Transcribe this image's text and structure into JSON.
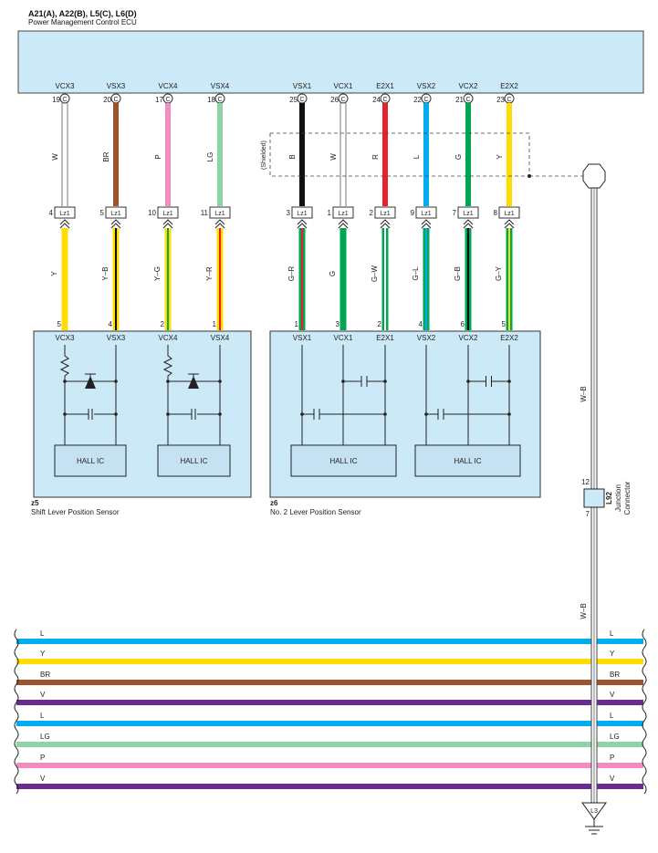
{
  "header": {
    "title": "A21(A), A22(B), L5(C), L6(D)",
    "subtitle": "Power Management Control ECU"
  },
  "ecu_pins": [
    {
      "name": "VCX3",
      "num": "19",
      "letter": "C"
    },
    {
      "name": "VSX3",
      "num": "20",
      "letter": "C"
    },
    {
      "name": "VCX4",
      "num": "17",
      "letter": "C"
    },
    {
      "name": "VSX4",
      "num": "18",
      "letter": "C"
    },
    {
      "name": "VSX1",
      "num": "25",
      "letter": "C"
    },
    {
      "name": "VCX1",
      "num": "26",
      "letter": "C"
    },
    {
      "name": "E2X1",
      "num": "24",
      "letter": "C"
    },
    {
      "name": "VSX2",
      "num": "22",
      "letter": "C"
    },
    {
      "name": "VCX2",
      "num": "21",
      "letter": "C"
    },
    {
      "name": "E2X2",
      "num": "23",
      "letter": "C"
    }
  ],
  "upper_wires": [
    {
      "label": "W",
      "color": "#ffffff"
    },
    {
      "label": "BR",
      "color": "#a0522d"
    },
    {
      "label": "P",
      "color": "#f08cc0"
    },
    {
      "label": "LG",
      "color": "#8fd3a8"
    },
    {
      "label": "B",
      "color": "#111111"
    },
    {
      "label": "W",
      "color": "#ffffff"
    },
    {
      "label": "R",
      "color": "#e8202a"
    },
    {
      "label": "L",
      "color": "#00aeef"
    },
    {
      "label": "G",
      "color": "#00a651"
    },
    {
      "label": "Y",
      "color": "#ffdd00"
    }
  ],
  "shielded_label": "(Shielded)",
  "connector_name": "Lz1",
  "lz1_pins": [
    "4",
    "5",
    "10",
    "11",
    "3",
    "1",
    "2",
    "9",
    "7",
    "8"
  ],
  "lower_wires": [
    {
      "label": "Y",
      "color": "#ffdd00",
      "stripe": ""
    },
    {
      "label": "Y–B",
      "color": "#ffdd00",
      "stripe": "#111111"
    },
    {
      "label": "Y–G",
      "color": "#ffdd00",
      "stripe": "#00a651"
    },
    {
      "label": "Y–R",
      "color": "#ffdd00",
      "stripe": "#e8202a"
    },
    {
      "label": "G–R",
      "color": "#00a651",
      "stripe": "#e8202a"
    },
    {
      "label": "G",
      "color": "#00a651",
      "stripe": ""
    },
    {
      "label": "G–W",
      "color": "#00a651",
      "stripe": "#ffffff"
    },
    {
      "label": "G–L",
      "color": "#00a651",
      "stripe": "#00aeef"
    },
    {
      "label": "G–B",
      "color": "#00a651",
      "stripe": "#111111"
    },
    {
      "label": "G–Y",
      "color": "#00a651",
      "stripe": "#ffdd00"
    }
  ],
  "sensor_pins": [
    "5",
    "4",
    "2",
    "1",
    "1",
    "3",
    "2",
    "4",
    "6",
    "5"
  ],
  "sensor_pin_names": [
    "VCX3",
    "VSX3",
    "VCX4",
    "VSX4",
    "VSX1",
    "VCX1",
    "E2X1",
    "VSX2",
    "VCX2",
    "E2X2"
  ],
  "hall_ic_label": "HALL IC",
  "sensor_z5": {
    "id": "z5",
    "name": "Shift Lever Position Sensor"
  },
  "sensor_z6": {
    "id": "z6",
    "name": "No. 2 Lever Position Sensor"
  },
  "ground_wire_label": "W–B",
  "junction": {
    "pin_top": "12",
    "pin_bottom": "7",
    "id": "L92",
    "line1": "Junction",
    "line2": "Connector"
  },
  "ground_label": "L3",
  "buses": [
    {
      "label": "L",
      "color": "#00aeef"
    },
    {
      "label": "Y",
      "color": "#ffdd00"
    },
    {
      "label": "BR",
      "color": "#a0522d"
    },
    {
      "label": "V",
      "color": "#6a2c91"
    },
    {
      "label": "L",
      "color": "#00aeef"
    },
    {
      "label": "LG",
      "color": "#8fd3a8"
    },
    {
      "label": "P",
      "color": "#f08cc0"
    },
    {
      "label": "V",
      "color": "#6a2c91"
    }
  ],
  "colors": {
    "ecu_fill": "#cce9f7",
    "sensor_fill": "#cce9f7"
  }
}
